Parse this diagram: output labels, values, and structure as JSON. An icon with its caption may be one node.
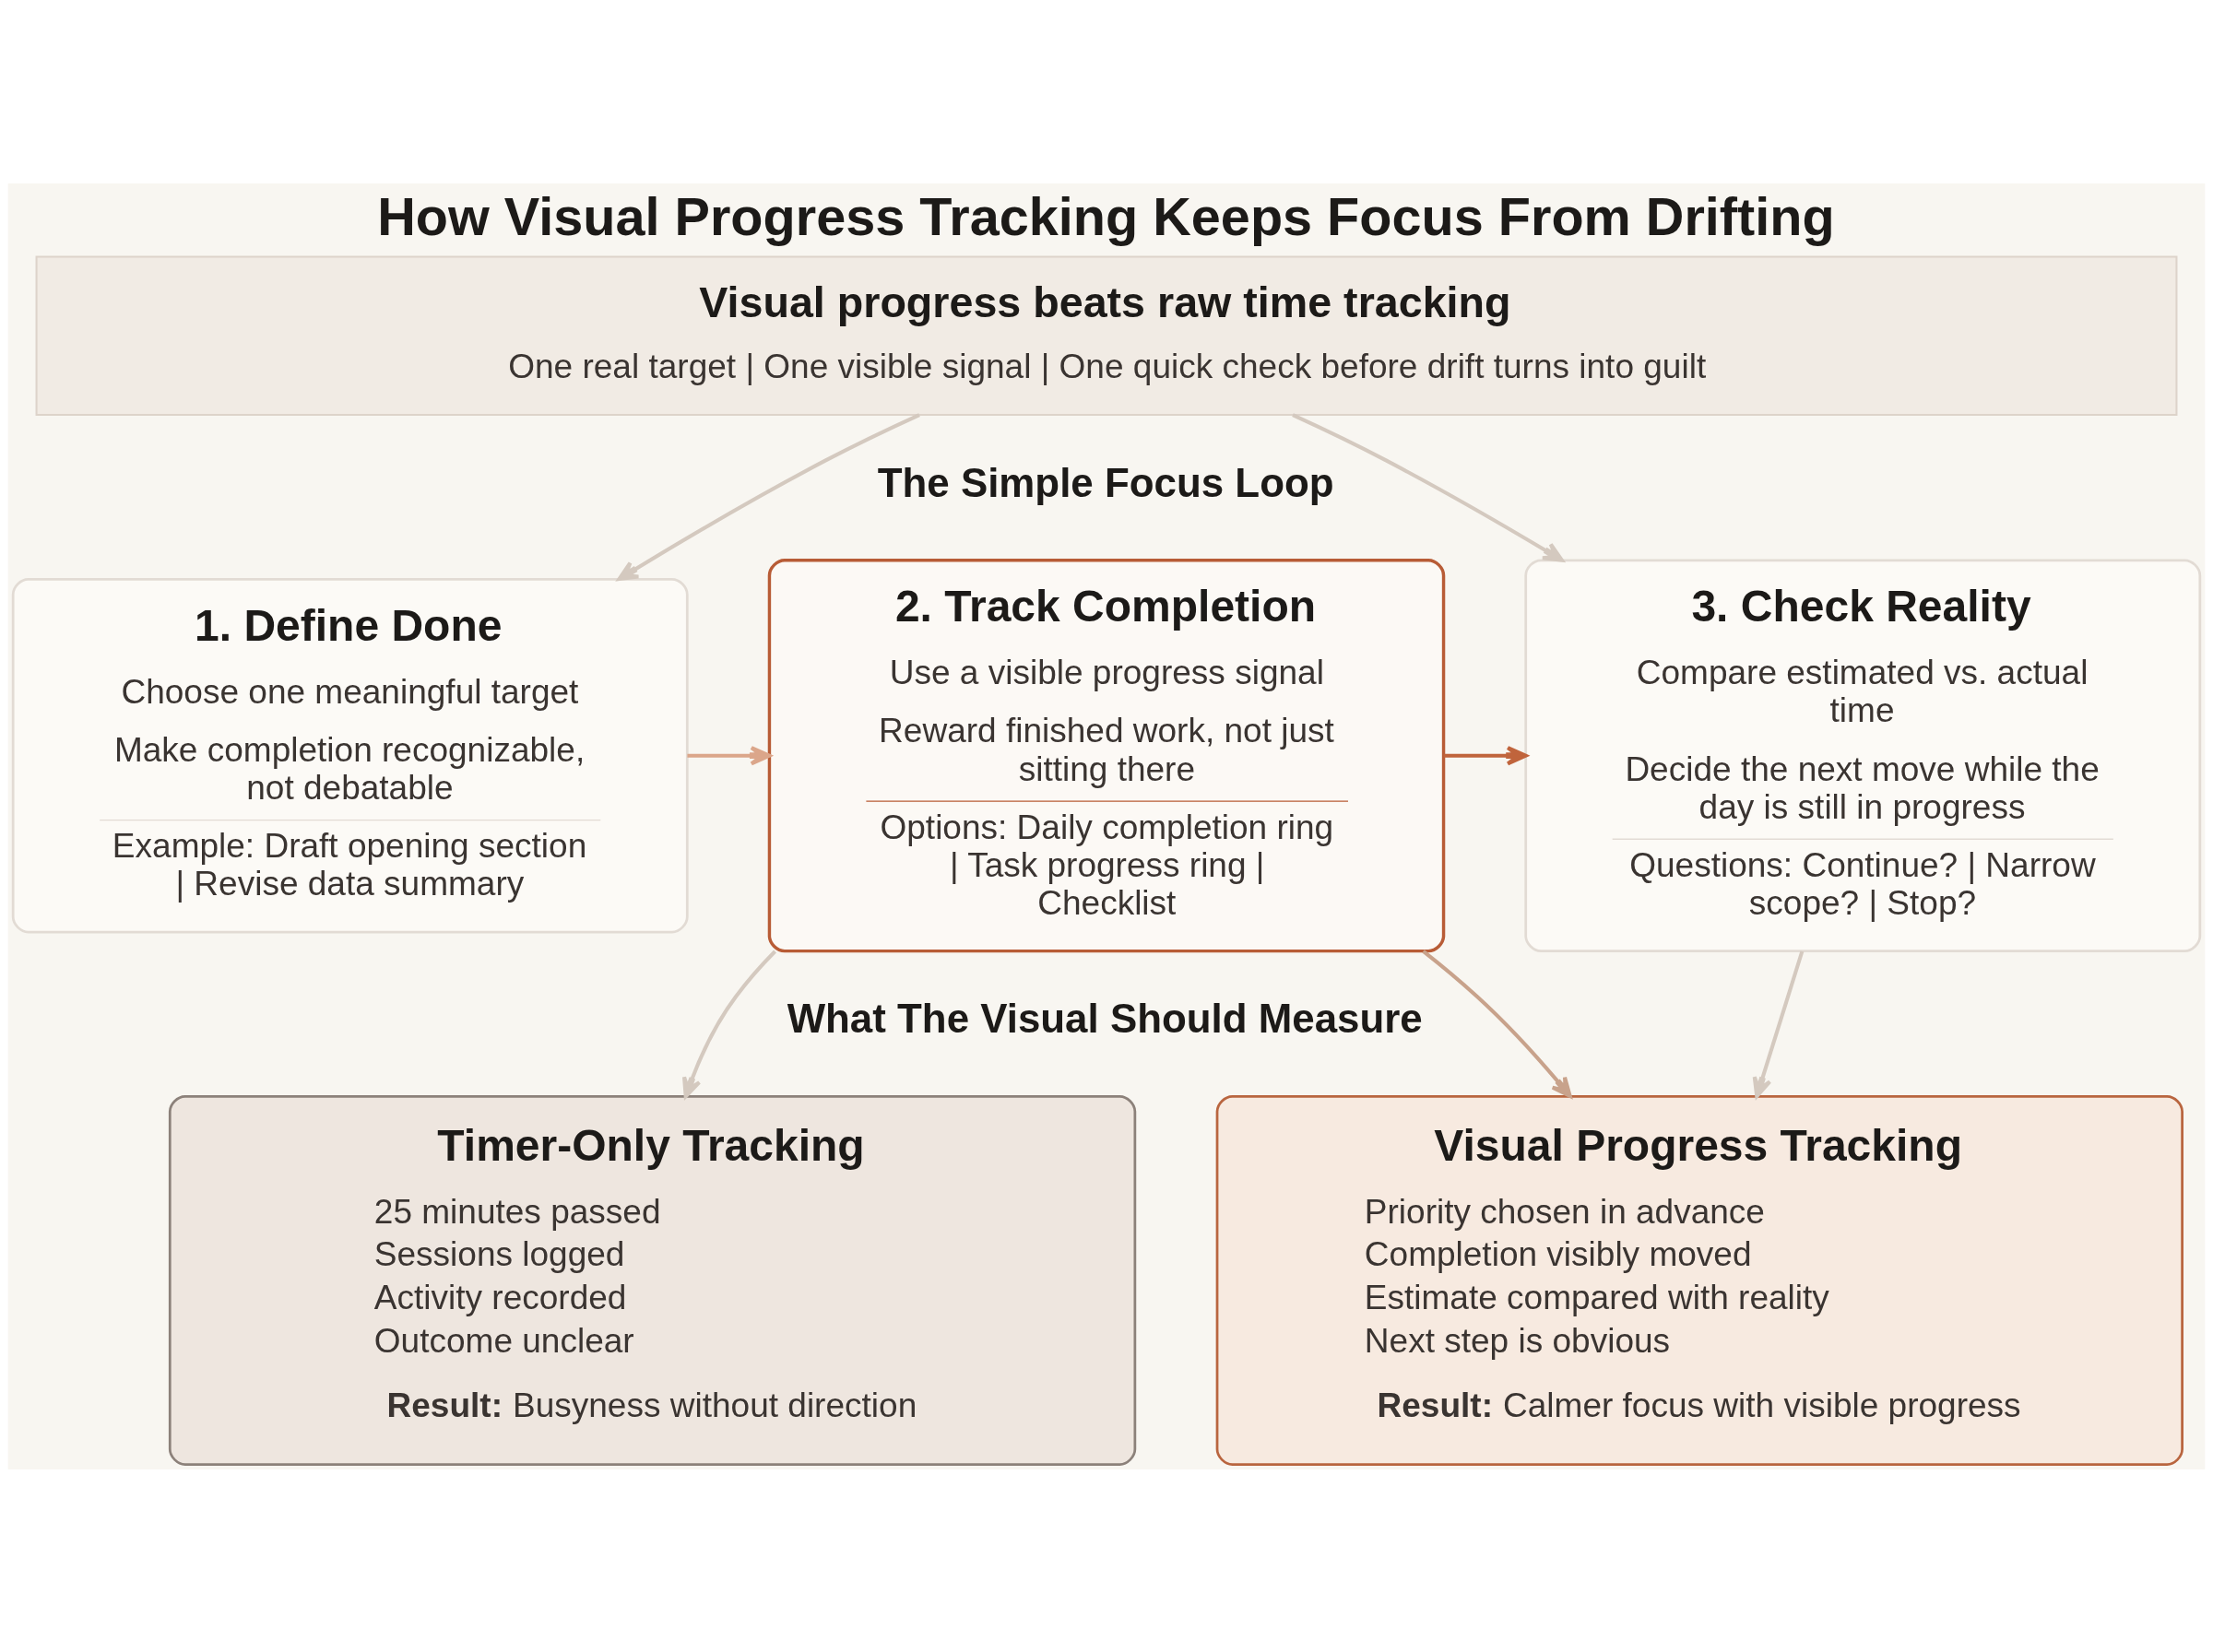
{
  "diagram": {
    "title": "How Visual Progress Tracking Keeps Focus From Drifting",
    "nodes": [
      {
        "text": [
          "Visual progress beats raw time tracking",
          "One real target | One visible signal | One quick check before drift turns into guilt"
        ]
      },
      {
        "text": [
          "1. Define Done",
          "Choose one meaningful target",
          "Make completion recognizable, not debatable",
          "Example: Draft opening section | Revise data summary"
        ]
      },
      {
        "text": [
          "2. Track Completion",
          "Use a visible progress signal",
          "Reward finished work, not just sitting there",
          "Options: Daily completion ring | Task progress ring | Checklist"
        ]
      },
      {
        "text": [
          "3. Check Reality",
          "Compare estimated vs. actual time",
          "Decide the next move while the day is still in progress",
          "Questions: Continue? | Narrow scope? | Stop?"
        ]
      },
      {
        "text": [
          "Timer-Only Tracking",
          "25 minutes passed",
          "Sessions logged",
          "Activity recorded",
          "Outcome unclear",
          "**Result:** Busyness without direction"
        ]
      },
      {
        "text": [
          "Visual Progress Tracking",
          "Priority chosen in advance",
          "Completion visibly moved",
          "Estimate compared with reality",
          "Next step is obvious",
          "**Result:** Calmer focus with visible progress"
        ]
      }
    ],
    "edges": [
      {
        "from": 0,
        "to": 1,
        "arrow": "to"
      },
      {
        "from": 0,
        "to": 3,
        "arrow": "to"
      },
      {
        "from": 1,
        "to": 2,
        "arrow": "to",
        "color": "#dba68a"
      },
      {
        "from": 2,
        "to": 3,
        "arrow": "to",
        "color": "#c0643c"
      },
      {
        "from": 2,
        "to": 4,
        "arrow": "to"
      },
      {
        "from": 2,
        "to": 5,
        "arrow": "to",
        "color": "#c8a28b"
      },
      {
        "from": 3,
        "to": 5,
        "arrow": "to"
      }
    ],
    "labels": [
      "The Simple Focus Loop",
      "What The Visual Should Measure"
    ]
  }
}
